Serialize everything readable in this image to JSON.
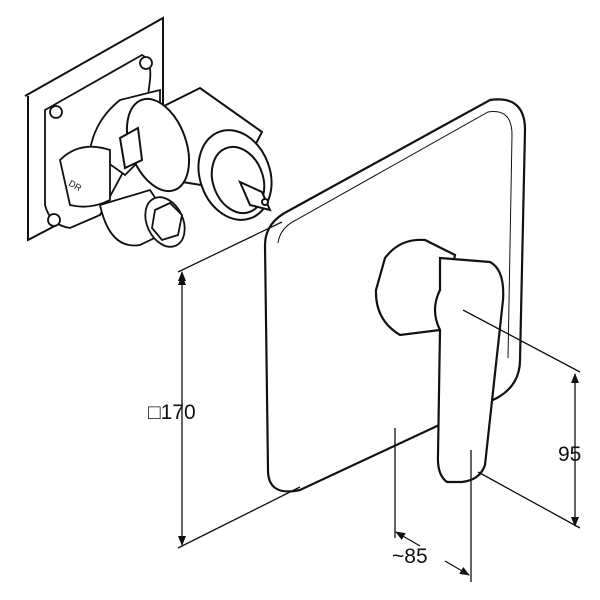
{
  "dimensions": {
    "panel_size": "□170",
    "lever_height": "95",
    "projection": "~85"
  },
  "valve_marking": "DR"
}
